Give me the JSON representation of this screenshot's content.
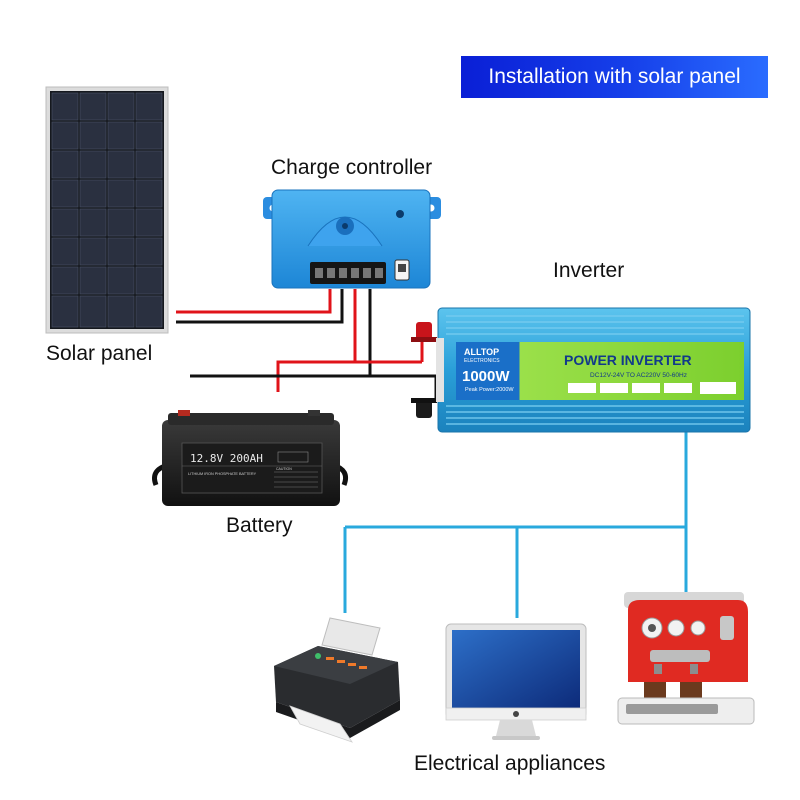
{
  "title": "Installation with solar panel",
  "components": {
    "solar_panel": "Solar panel",
    "charge_controller": "Charge controller",
    "inverter": "Inverter",
    "battery": "Battery",
    "appliances": "Electrical appliances"
  },
  "inverter_face": {
    "brand_top": "ALLTOP",
    "brand_bottom": "ELECTRONICS",
    "heading": "POWER INVERTER",
    "power": "1000W",
    "peak": "Peak Power:2000W",
    "spec": "DC12V-24V TO AC220V 50-60Hz"
  },
  "battery_face": {
    "rating": "12.8V 200AH",
    "chemistry": "LITHIUM IRON PHOSPHATE BATTERY",
    "caution": "CAUTION"
  },
  "colors": {
    "wire_positive": "#e0131a",
    "wire_negative": "#111111",
    "ac_line": "#29a9dd",
    "banner_blue": "#1237e6",
    "inverter_blue": "#2aa6db",
    "coffee_red": "#e02a22"
  }
}
